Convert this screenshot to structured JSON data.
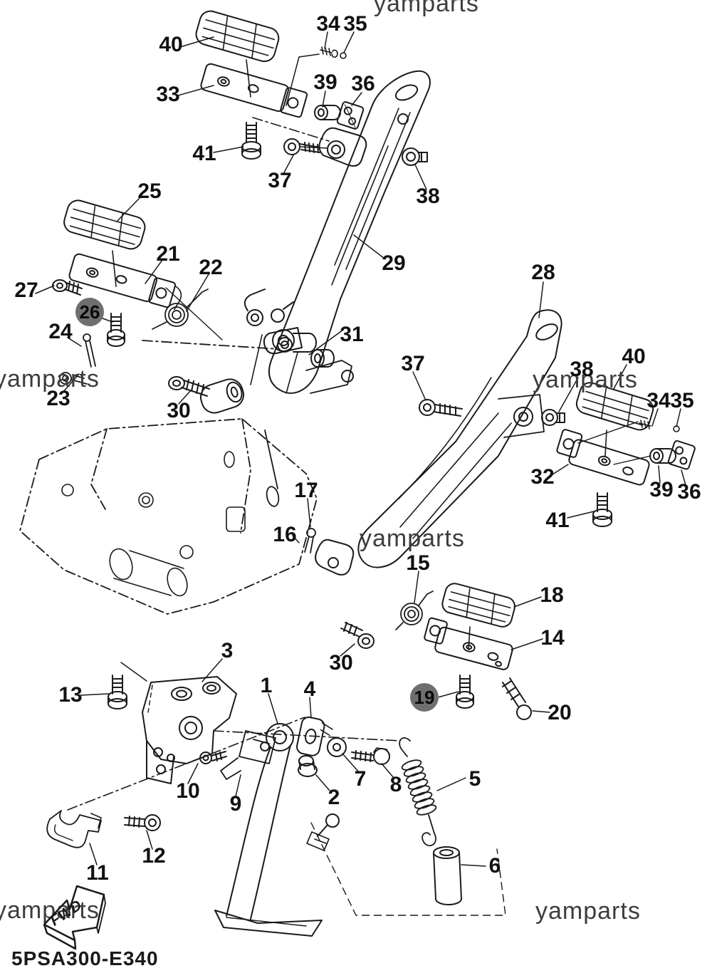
{
  "watermark": {
    "text": "yamparts"
  },
  "footer": {
    "diagram_code": "5PSA300-E340"
  },
  "fwd_arrow": {
    "label": "FWD"
  },
  "colors": {
    "background": "#ffffff",
    "line": "#1a1a1a",
    "watermark": "#3d3d3d",
    "highlight_circle": "#6f6f6f"
  },
  "callouts": [
    {
      "num": "40",
      "highlighted": false
    },
    {
      "num": "33",
      "highlighted": false
    },
    {
      "num": "41",
      "highlighted": false
    },
    {
      "num": "34",
      "highlighted": false
    },
    {
      "num": "35",
      "highlighted": false
    },
    {
      "num": "39",
      "highlighted": false
    },
    {
      "num": "36",
      "highlighted": false
    },
    {
      "num": "37",
      "highlighted": false
    },
    {
      "num": "38",
      "highlighted": false
    },
    {
      "num": "29",
      "highlighted": false
    },
    {
      "num": "25",
      "highlighted": false
    },
    {
      "num": "21",
      "highlighted": false
    },
    {
      "num": "22",
      "highlighted": false
    },
    {
      "num": "27",
      "highlighted": false
    },
    {
      "num": "26",
      "highlighted": true
    },
    {
      "num": "24",
      "highlighted": false
    },
    {
      "num": "23",
      "highlighted": false
    },
    {
      "num": "30",
      "highlighted": false
    },
    {
      "num": "31",
      "highlighted": false
    },
    {
      "num": "28",
      "highlighted": false
    },
    {
      "num": "37",
      "highlighted": false
    },
    {
      "num": "38",
      "highlighted": false
    },
    {
      "num": "40",
      "highlighted": false
    },
    {
      "num": "34",
      "highlighted": false
    },
    {
      "num": "35",
      "highlighted": false
    },
    {
      "num": "32",
      "highlighted": false
    },
    {
      "num": "39",
      "highlighted": false
    },
    {
      "num": "36",
      "highlighted": false
    },
    {
      "num": "41",
      "highlighted": false
    },
    {
      "num": "17",
      "highlighted": false
    },
    {
      "num": "16",
      "highlighted": false
    },
    {
      "num": "15",
      "highlighted": false
    },
    {
      "num": "18",
      "highlighted": false
    },
    {
      "num": "14",
      "highlighted": false
    },
    {
      "num": "30",
      "highlighted": false
    },
    {
      "num": "19",
      "highlighted": true
    },
    {
      "num": "20",
      "highlighted": false
    },
    {
      "num": "13",
      "highlighted": false
    },
    {
      "num": "3",
      "highlighted": false
    },
    {
      "num": "1",
      "highlighted": false
    },
    {
      "num": "4",
      "highlighted": false
    },
    {
      "num": "2",
      "highlighted": false
    },
    {
      "num": "7",
      "highlighted": false
    },
    {
      "num": "8",
      "highlighted": false
    },
    {
      "num": "5",
      "highlighted": false
    },
    {
      "num": "6",
      "highlighted": false
    },
    {
      "num": "10",
      "highlighted": false
    },
    {
      "num": "9",
      "highlighted": false
    },
    {
      "num": "12",
      "highlighted": false
    },
    {
      "num": "11",
      "highlighted": false
    }
  ]
}
